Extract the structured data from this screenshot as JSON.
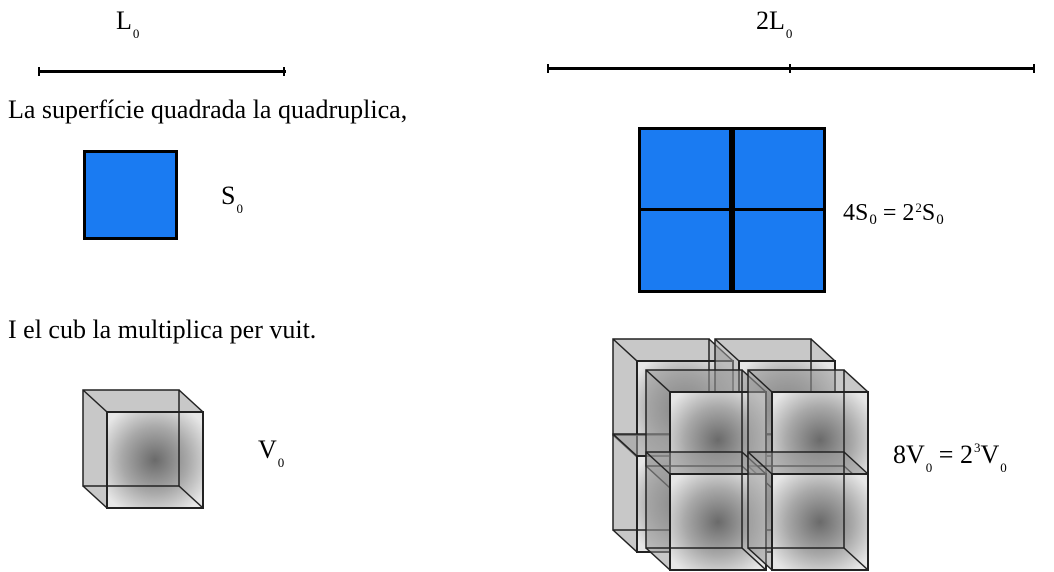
{
  "left": {
    "length_label": {
      "main": "L",
      "sub": "0"
    },
    "area_label": {
      "main": "S",
      "sub": "0"
    },
    "volume_label": {
      "main": "V",
      "sub": "0"
    }
  },
  "right": {
    "length_label": {
      "main": "2L",
      "sub": "0"
    },
    "area_eq": {
      "c1": "4S",
      "s1": "0",
      "mid": " = 2",
      "sup": "2",
      "v2": "S",
      "s2": "0"
    },
    "volume_eq": {
      "c1": "8V",
      "s1": "0",
      "mid": " = 2",
      "sup": "3",
      "v2": "V",
      "s2": "0"
    }
  },
  "sentences": {
    "surface": "La superfície quadrada la quadruplica,",
    "cube": "I el cub la multiplica per vuit."
  },
  "colors": {
    "square_fill": "#1a7bf2",
    "stroke": "#000000",
    "cube_gray": "#808080"
  }
}
